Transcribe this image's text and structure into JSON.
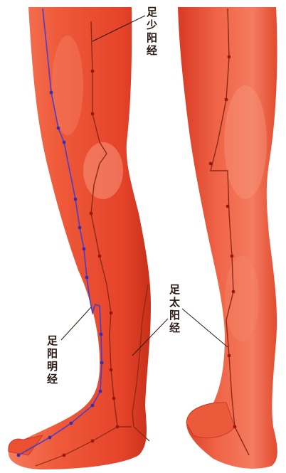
{
  "labels": {
    "shaoyang": "足\n少\n阳\n经",
    "taiyang": "足\n太\n阳\n经",
    "yangming": "足\n阳\n明\n经"
  },
  "icons": {
    "left_leg": "leg-front-view",
    "right_leg": "leg-back-view"
  },
  "colors": {
    "skin": "#ee4a2c",
    "skin_light": "#f7826a",
    "skin_dark": "#c7301c",
    "yangming_line": "#4b3ec4",
    "channel_line": "#8a2a14",
    "acupoint": "#a0140c"
  }
}
